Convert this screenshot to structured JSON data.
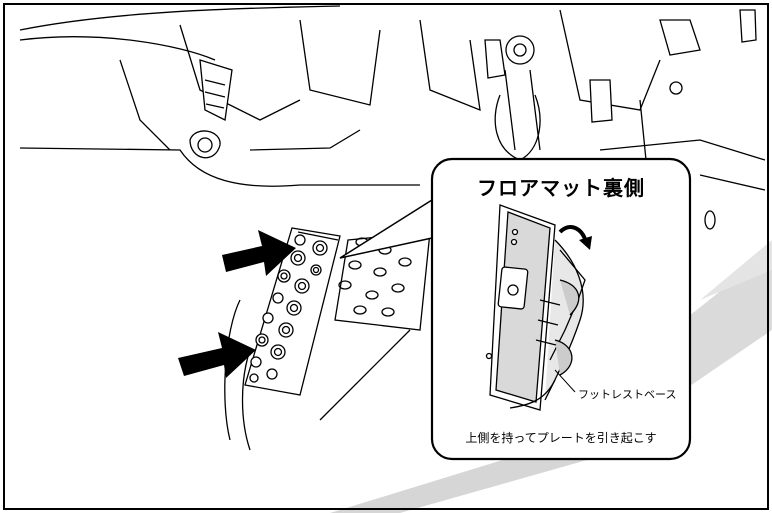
{
  "callout": {
    "title": "フロアマット裏側",
    "base_label": "フットレストベース",
    "caption": "上側を持ってプレートを引き起こす"
  },
  "colors": {
    "line": "#000000",
    "plate_fill": "#d9d9d9",
    "swoosh": "#d6d6d6",
    "background": "#ffffff"
  }
}
